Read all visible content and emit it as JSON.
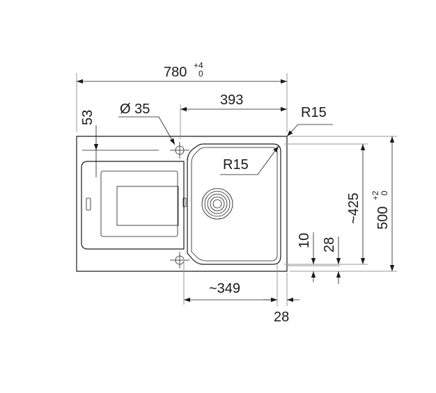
{
  "drawing": {
    "labels": {
      "overall_width": "780",
      "overall_width_tol_upper": "+4",
      "overall_width_tol_lower": "0",
      "bowl_offset": "393",
      "drain_hole": "Ø 35",
      "edge_offset": "53",
      "outer_radius": "R15",
      "bowl_radius": "R15",
      "bowl_height": "~425",
      "overall_depth": "500",
      "overall_depth_tol_upper": "+2",
      "overall_depth_tol_lower": "0",
      "bottom_gap_a": "10",
      "bottom_gap_b": "28",
      "bowl_width": "~349",
      "right_margin": "28"
    }
  }
}
